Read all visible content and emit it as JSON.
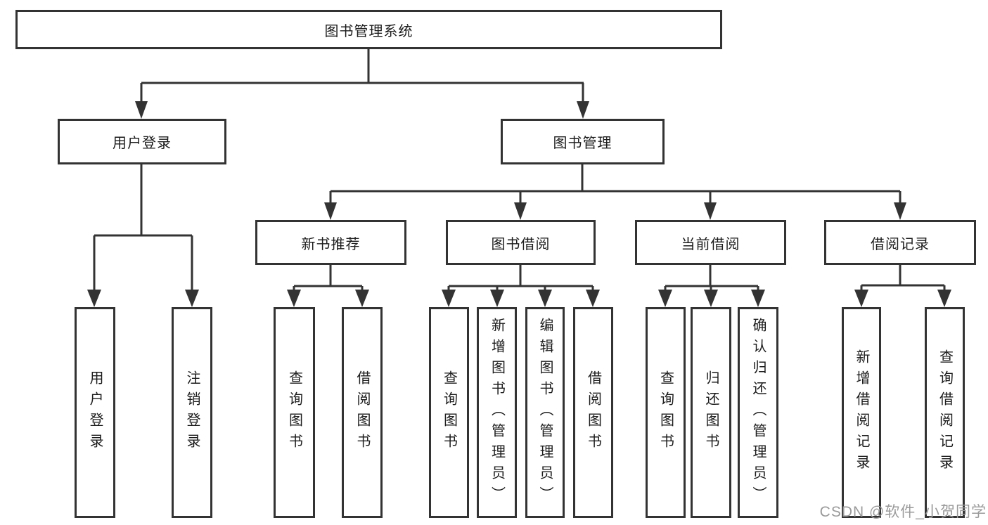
{
  "diagram": {
    "type": "functional-structure-tree",
    "colors": {
      "line": "#333333",
      "box_border": "#333333",
      "box_fill": "#ffffff",
      "text": "#1c1c1c",
      "watermark": "#9a9a9a",
      "background": "#ffffff"
    },
    "tree": {
      "root": {
        "label": "图书管理系统",
        "children": [
          {
            "label": "用户登录",
            "children": [
              {
                "label": "用户登录"
              },
              {
                "label": "注销登录"
              }
            ]
          },
          {
            "label": "图书管理",
            "children": [
              {
                "label": "新书推荐",
                "children": [
                  {
                    "label": "查询图书"
                  },
                  {
                    "label": "借阅图书"
                  }
                ]
              },
              {
                "label": "图书借阅",
                "children": [
                  {
                    "label": "查询图书"
                  },
                  {
                    "label": "新增图书（管理员）"
                  },
                  {
                    "label": "编辑图书（管理员）"
                  },
                  {
                    "label": "借阅图书"
                  }
                ]
              },
              {
                "label": "当前借阅",
                "children": [
                  {
                    "label": "查询图书"
                  },
                  {
                    "label": "归还图书"
                  },
                  {
                    "label": "确认归还（管理员）"
                  }
                ]
              },
              {
                "label": "借阅记录",
                "children": [
                  {
                    "label": "新增借阅记录"
                  },
                  {
                    "label": "查询借阅记录"
                  }
                ]
              }
            ]
          }
        ]
      }
    }
  },
  "watermark": {
    "text": "CSDN @软件_小贺同学"
  }
}
